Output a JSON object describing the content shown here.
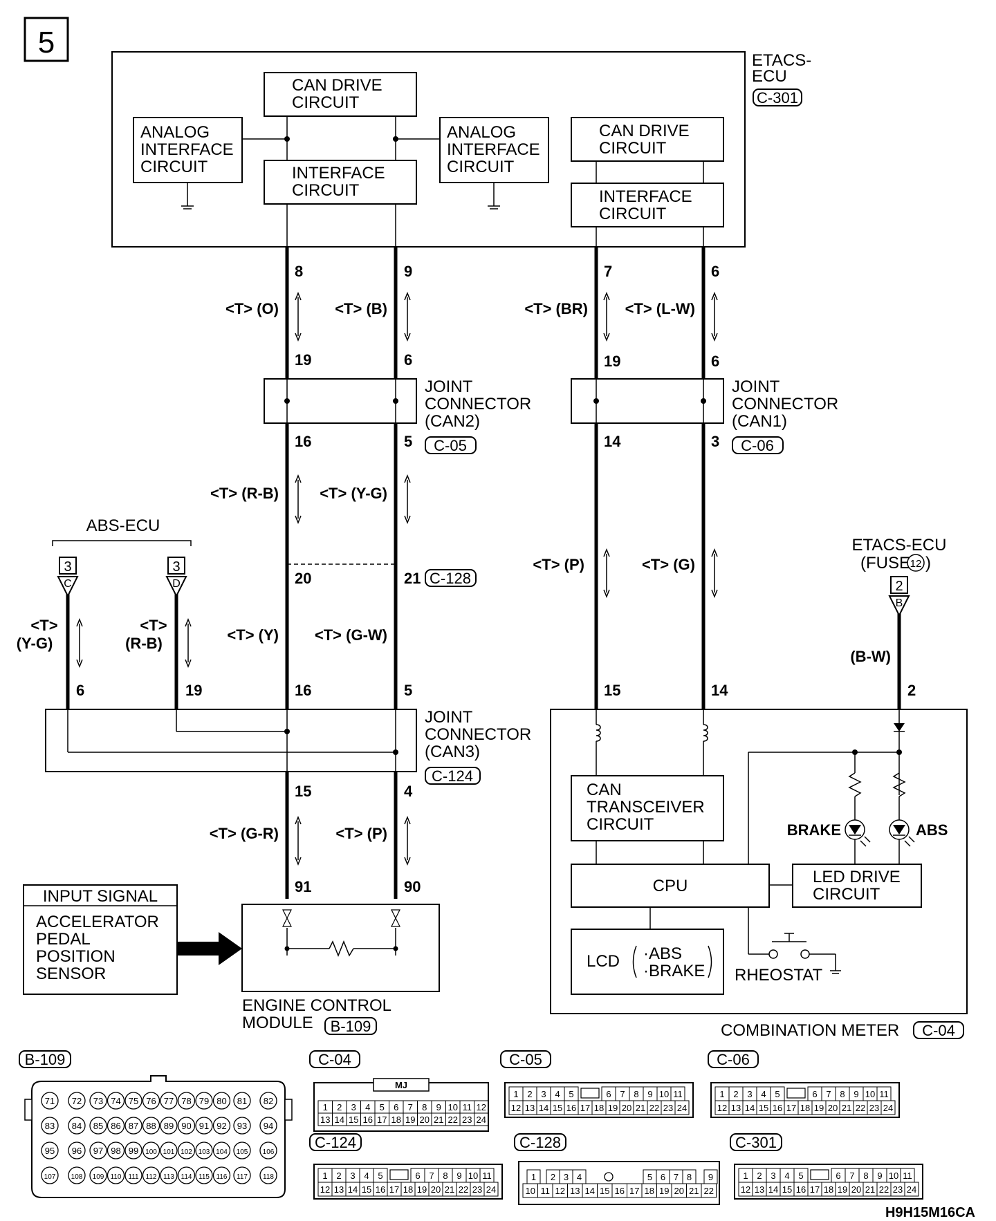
{
  "diagram": {
    "page_number": "5",
    "code": "H9H15M16CA",
    "etacs": {
      "title_line1": "ETACS-",
      "title_line2": "ECU",
      "connector": "C-301",
      "can_drive_left_1": "CAN DRIVE",
      "can_drive_left_2": "CIRCUIT",
      "analog_left_1": "ANALOG",
      "analog_left_2": "INTERFACE",
      "analog_left_3": "CIRCUIT",
      "interface_left_1": "INTERFACE",
      "interface_left_2": "CIRCUIT",
      "analog_right_1": "ANALOG",
      "analog_right_2": "INTERFACE",
      "analog_right_3": "CIRCUIT",
      "can_drive_right_1": "CAN DRIVE",
      "can_drive_right_2": "CIRCUIT",
      "interface_right_1": "INTERFACE",
      "interface_right_2": "CIRCUIT"
    },
    "pins": {
      "p8": "8",
      "p9": "9",
      "p7": "7",
      "p6a": "6",
      "j2_19": "19",
      "j2_6": "6",
      "j1_19": "19",
      "j1_6": "6",
      "j2_16": "16",
      "j2_5": "5",
      "j1_14": "14",
      "j1_3": "3",
      "c128_20": "20",
      "c128_21": "21",
      "abs_6": "6",
      "abs_19": "19",
      "j3_16": "16",
      "j3_5": "5",
      "m15": "15",
      "m14": "14",
      "m2": "2",
      "j3_15": "15",
      "j3_4": "4",
      "e91": "91",
      "e90": "90"
    },
    "wires": {
      "w_o": "<T> (O)",
      "w_b": "<T> (B)",
      "w_br": "<T> (BR)",
      "w_lw": "<T> (L-W)",
      "w_rb": "<T> (R-B)",
      "w_yg": "<T> (Y-G)",
      "w_p1": "<T> (P)",
      "w_g": "<T> (G)",
      "w_y": "<T> (Y)",
      "w_gw": "<T> (G-W)",
      "abs_t1": "<T>",
      "abs_yg": "(Y-G)",
      "abs_t2": "<T>",
      "abs_rb": "(R-B)",
      "w_bw": "(B-W)",
      "w_gr": "<T> (G-R)",
      "w_p2": "<T> (P)"
    },
    "joint2": {
      "l1": "JOINT",
      "l2": "CONNECTOR",
      "l3": "(CAN2)",
      "connector": "C-05"
    },
    "joint1": {
      "l1": "JOINT",
      "l2": "CONNECTOR",
      "l3": "(CAN1)",
      "connector": "C-06"
    },
    "joint3": {
      "l1": "JOINT",
      "l2": "CONNECTOR",
      "l3": "(CAN3)",
      "connector": "C-124"
    },
    "c128": "C-128",
    "abs_ecu": {
      "title": "ABS-ECU",
      "box_c": "3",
      "letter_c": "C",
      "box_d": "3",
      "letter_d": "D"
    },
    "fuse": {
      "l1": "ETACS-ECU",
      "l2": "(FUSE",
      "num": "12",
      "l3": ")",
      "box": "2",
      "letter": "B"
    },
    "input_signal": {
      "header": "INPUT SIGNAL",
      "l1": "ACCELERATOR",
      "l2": "PEDAL",
      "l3": "POSITION",
      "l4": "SENSOR"
    },
    "ecm": {
      "l1": "ENGINE CONTROL",
      "l2": "MODULE",
      "connector": "B-109"
    },
    "meter": {
      "can_t1": "CAN",
      "can_t2": "TRANSCEIVER",
      "can_t3": "CIRCUIT",
      "cpu": "CPU",
      "led1": "LED DRIVE",
      "led2": "CIRCUIT",
      "lcd": "LCD",
      "lcd_abs": "·ABS",
      "lcd_brake": "·BRAKE",
      "brake": "BRAKE",
      "abs": "ABS",
      "rheostat": "RHEOSTAT",
      "title": "COMBINATION METER",
      "connector": "C-04"
    },
    "connectors": {
      "b109": "B-109",
      "c04": "C-04",
      "c05": "C-05",
      "c06": "C-06",
      "c124": "C-124",
      "c128": "C-128",
      "c301": "C-301",
      "mj": "MJ"
    },
    "b109_pins": [
      [
        "71",
        "72",
        "73",
        "74",
        "75",
        "76",
        "77",
        "78",
        "79",
        "80",
        "81",
        "82"
      ],
      [
        "83",
        "84",
        "85",
        "86",
        "87",
        "88",
        "89",
        "90",
        "91",
        "92",
        "93",
        "94"
      ],
      [
        "95",
        "96",
        "97",
        "98",
        "99",
        "100",
        "101",
        "102",
        "103",
        "104",
        "105",
        "106"
      ],
      [
        "107",
        "108",
        "109",
        "110",
        "111",
        "112",
        "113",
        "114",
        "115",
        "116",
        "117",
        "118"
      ]
    ]
  }
}
